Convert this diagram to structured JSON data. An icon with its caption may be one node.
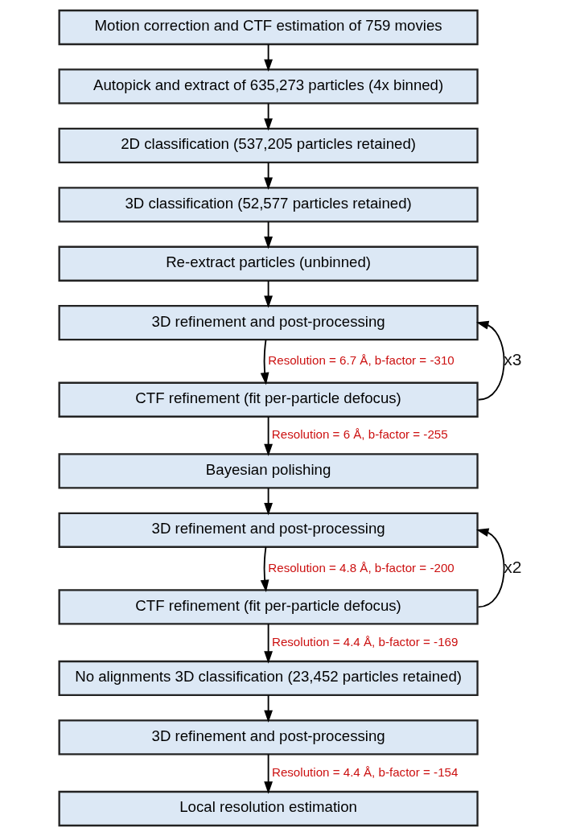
{
  "diagram": {
    "nodes": [
      {
        "text": [
          "Motion correction and CTF estimation of 759 movies"
        ]
      },
      {
        "text": [
          "Autopick and extract of 635,273 particles (4x binned)"
        ]
      },
      {
        "text": [
          "2D classification (537,205 particles retained)"
        ]
      },
      {
        "text": [
          "3D classification (52,577 particles retained)"
        ]
      },
      {
        "text": [
          "Re-extract particles (unbinned)"
        ]
      },
      {
        "text": [
          "3D refinement and post-processing"
        ]
      },
      {
        "text": [
          "CTF refinement (fit per-particle defocus)"
        ]
      },
      {
        "text": [
          "Bayesian polishing"
        ]
      },
      {
        "text": [
          "3D refinement and post-processing"
        ]
      },
      {
        "text": [
          "CTF refinement (fit per-particle defocus)"
        ]
      },
      {
        "text": [
          "No alignments 3D classification (23,452 particles retained)"
        ]
      },
      {
        "text": [
          "3D refinement and post-processing"
        ]
      },
      {
        "text": [
          "Local resolution estimation"
        ]
      }
    ],
    "edges": [
      {
        "from": 0,
        "to": 1,
        "arrow": "to"
      },
      {
        "from": 1,
        "to": 2,
        "arrow": "to"
      },
      {
        "from": 2,
        "to": 3,
        "arrow": "to"
      },
      {
        "from": 3,
        "to": 4,
        "arrow": "to"
      },
      {
        "from": 4,
        "to": 5,
        "arrow": "to"
      },
      {
        "from": 5,
        "to": 6,
        "arrow": "to",
        "label": "Resolution = 6.7 Å, b-factor = -310"
      },
      {
        "from": 6,
        "to": 5,
        "arrow": "to",
        "label": "x3"
      },
      {
        "from": 6,
        "to": 7,
        "arrow": "to",
        "label": "Resolution = 6 Å, b-factor = -255"
      },
      {
        "from": 7,
        "to": 8,
        "arrow": "to"
      },
      {
        "from": 8,
        "to": 9,
        "arrow": "to",
        "label": "Resolution = 4.8 Å, b-factor = -200"
      },
      {
        "from": 9,
        "to": 8,
        "arrow": "to",
        "label": "x2"
      },
      {
        "from": 9,
        "to": 10,
        "arrow": "to",
        "label": "Resolution = 4.4 Å, b-factor = -169"
      },
      {
        "from": 10,
        "to": 11,
        "arrow": "to"
      },
      {
        "from": 11,
        "to": 12,
        "arrow": "to",
        "label": "Resolution = 4.4 Å, b-factor = -154"
      }
    ]
  }
}
